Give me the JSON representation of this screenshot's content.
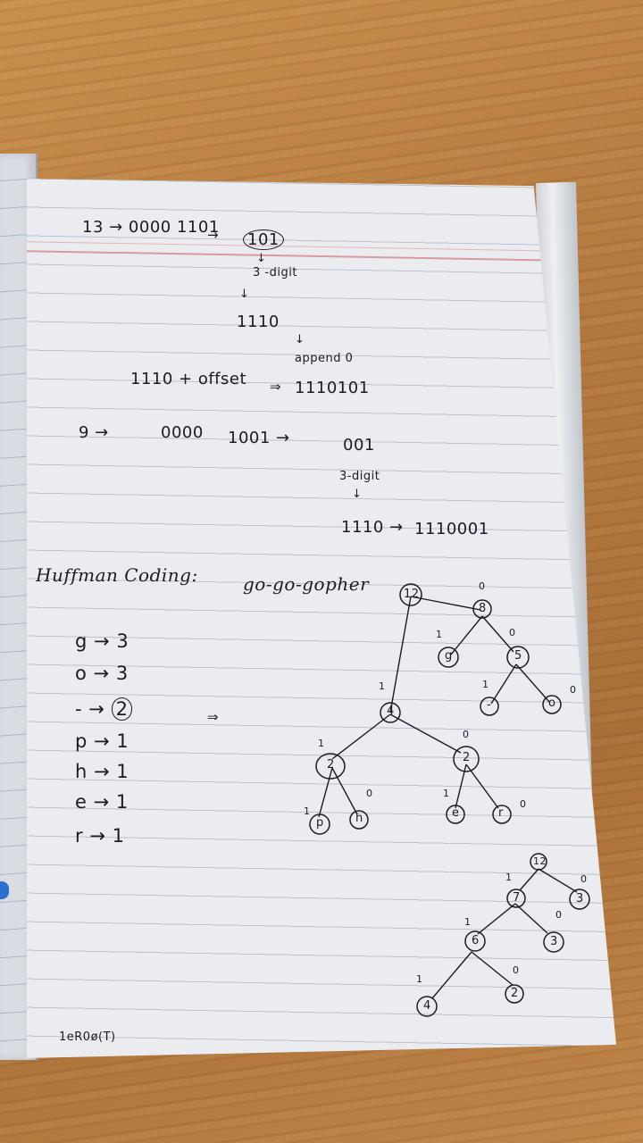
{
  "section1": {
    "line1_left": "13 → 0000 1101",
    "line1_arrow": "→",
    "line1_circled": "101",
    "down_arrow": "↓",
    "three_digit": "3 -digit",
    "down_arrow2": "↓",
    "line3": "1110",
    "append_arrow": "↓",
    "append_note": "append 0",
    "line5_left": "1110 + offset",
    "line5_arrow": "⇒",
    "line5_result": "1110101"
  },
  "section2": {
    "num": "9 →",
    "bin_a": "0000",
    "bin_b": "1001 →",
    "digits": "001",
    "three_digit": "3-digit",
    "down_arrow": "↓",
    "result_left": "1110 →",
    "result": "1110001"
  },
  "huffman": {
    "heading": "Huffman Coding:",
    "word": "go-go-gopher",
    "freq_table": [
      {
        "sym": "g",
        "arrow": "→",
        "count": "3"
      },
      {
        "sym": "o",
        "arrow": "→",
        "count": "3"
      },
      {
        "sym": "-",
        "arrow": "→",
        "count": "2"
      },
      {
        "sym": "p",
        "arrow": "→",
        "count": "1"
      },
      {
        "sym": "h",
        "arrow": "→",
        "count": "1"
      },
      {
        "sym": "e",
        "arrow": "→",
        "count": "1"
      },
      {
        "sym": "r",
        "arrow": "→",
        "count": "1"
      }
    ],
    "implies": "⇒",
    "tree1": {
      "nodes": [
        "12",
        "8",
        "g",
        "5",
        "-",
        "o",
        "4",
        "2",
        "2",
        "p",
        "h",
        "e",
        "r"
      ],
      "edge_labels": [
        "0",
        "1",
        "0",
        "1",
        "0",
        "1",
        "0",
        "1",
        "0",
        "1",
        "0",
        "1"
      ]
    },
    "tree2": {
      "nodes": [
        "12",
        "7",
        "3",
        "6",
        "3",
        "4",
        "2"
      ],
      "edge_labels": [
        "1",
        "0",
        "0",
        "1",
        "0",
        "1"
      ]
    },
    "footer_note": "1eR0ø(T)"
  }
}
